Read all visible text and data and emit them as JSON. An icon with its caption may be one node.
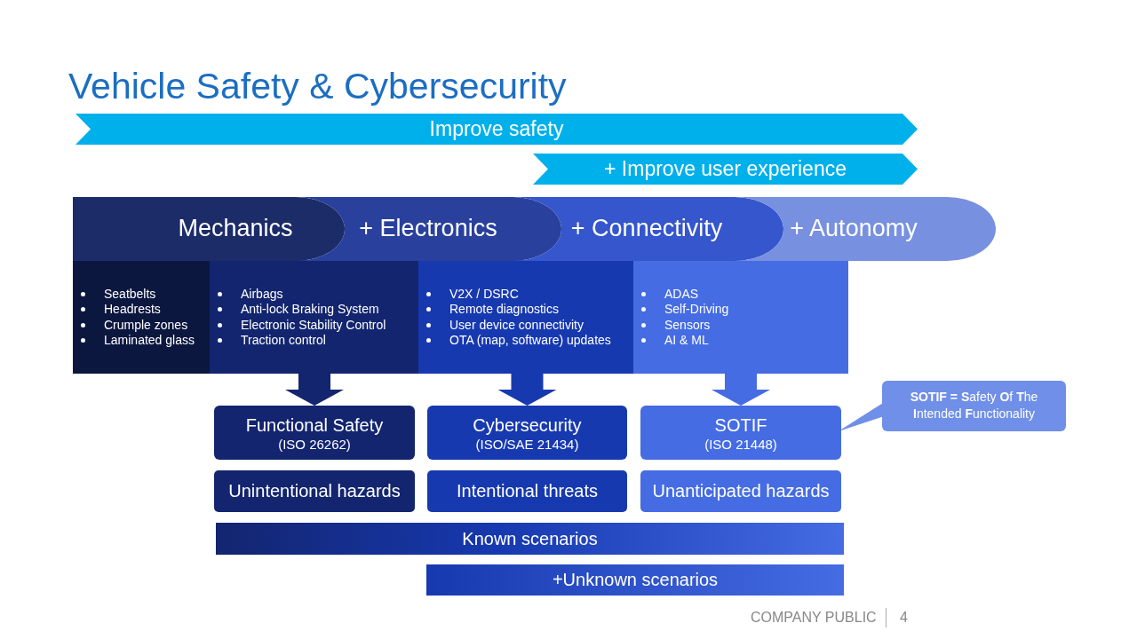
{
  "diagram": {
    "title": "Vehicle Safety & Cybersecurity",
    "nodes": [
      {
        "text": [
          "Improve safety"
        ]
      },
      {
        "text": [
          "+ Improve user experience"
        ]
      },
      {
        "text": [
          "Mechanics"
        ]
      },
      {
        "text": [
          "+ Electronics"
        ]
      },
      {
        "text": [
          "+ Connectivity"
        ]
      },
      {
        "text": [
          "+ Autonomy"
        ]
      },
      {
        "text": [
          "Seatbelts",
          "Headrests",
          "Crumple zones",
          "Laminated glass"
        ]
      },
      {
        "text": [
          "Airbags",
          "Anti-lock Braking System",
          "Electronic Stability Control",
          "Traction control"
        ]
      },
      {
        "text": [
          "V2X / DSRC",
          "Remote diagnostics",
          "User device connectivity",
          "OTA (map, software) updates"
        ]
      },
      {
        "text": [
          "ADAS",
          "Self-Driving",
          "Sensors",
          "AI & ML"
        ]
      },
      {
        "text": [
          "Functional Safety",
          "(ISO 26262)"
        ]
      },
      {
        "text": [
          "Cybersecurity",
          "(ISO/SAE 21434)"
        ]
      },
      {
        "text": [
          "SOTIF",
          "(ISO 21448)"
        ]
      },
      {
        "text": [
          "**SOTIF = S**afety **O**f **T**he **I**ntended **F**unctionality"
        ]
      },
      {
        "text": [
          "Unintentional hazards"
        ]
      },
      {
        "text": [
          "Intentional threats"
        ]
      },
      {
        "text": [
          "Unanticipated hazards"
        ]
      },
      {
        "text": [
          "Known scenarios"
        ]
      },
      {
        "text": [
          "+Unknown scenarios"
        ]
      }
    ],
    "edges": [
      {
        "from": 7,
        "to": 10,
        "arrow": "to"
      },
      {
        "from": 8,
        "to": 11,
        "arrow": "to"
      },
      {
        "from": 9,
        "to": 12,
        "arrow": "to"
      },
      {
        "from": 13,
        "to": 12,
        "arrow": "none"
      }
    ],
    "labels": [
      "COMPANY PUBLIC",
      "4"
    ]
  }
}
